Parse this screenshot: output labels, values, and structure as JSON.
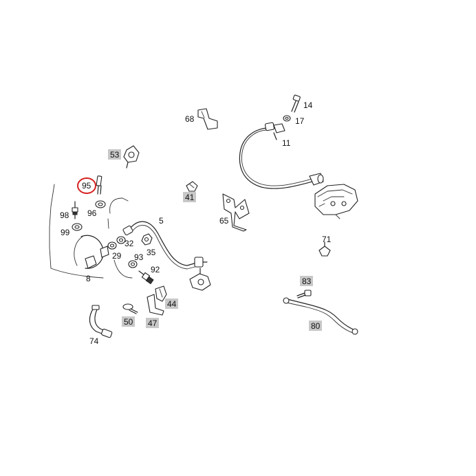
{
  "colors": {
    "line": "#222222",
    "label_box": "#c8c8c8",
    "highlight_ring": "#d62020",
    "background": "#ffffff"
  },
  "highlighted_part": "95",
  "parts": [
    {
      "id": "14",
      "boxed": false
    },
    {
      "id": "17",
      "boxed": false
    },
    {
      "id": "11",
      "boxed": false
    },
    {
      "id": "68",
      "boxed": false
    },
    {
      "id": "53",
      "boxed": true
    },
    {
      "id": "41",
      "boxed": true
    },
    {
      "id": "65",
      "boxed": false
    },
    {
      "id": "95",
      "boxed": false,
      "highlighted": true
    },
    {
      "id": "98",
      "boxed": false
    },
    {
      "id": "96",
      "boxed": false
    },
    {
      "id": "99",
      "boxed": false
    },
    {
      "id": "5",
      "boxed": false
    },
    {
      "id": "32",
      "boxed": false
    },
    {
      "id": "35",
      "boxed": false
    },
    {
      "id": "29",
      "boxed": false
    },
    {
      "id": "93",
      "boxed": false
    },
    {
      "id": "92",
      "boxed": false
    },
    {
      "id": "8",
      "boxed": false
    },
    {
      "id": "71",
      "boxed": false
    },
    {
      "id": "83",
      "boxed": true
    },
    {
      "id": "44",
      "boxed": true
    },
    {
      "id": "50",
      "boxed": true
    },
    {
      "id": "47",
      "boxed": true
    },
    {
      "id": "74",
      "boxed": false
    },
    {
      "id": "80",
      "boxed": true
    }
  ]
}
